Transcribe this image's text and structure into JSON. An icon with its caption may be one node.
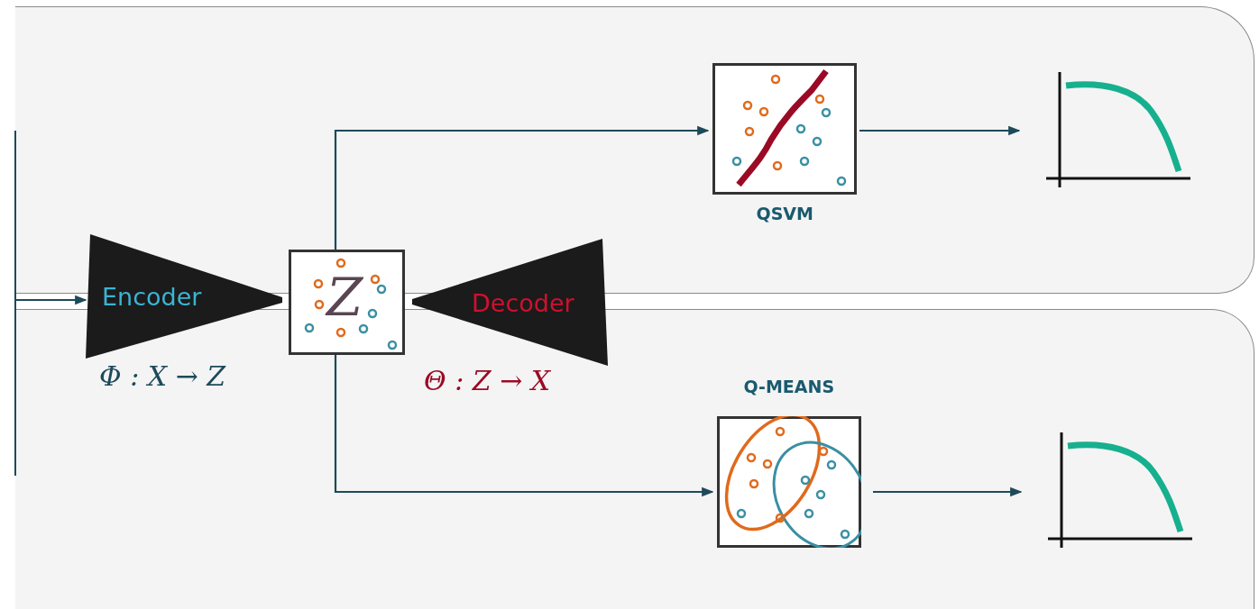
{
  "diagram": {
    "nodes": [
      {
        "text": [
          "Encoder"
        ],
        "beside": [
          "Φ : X → Z"
        ]
      },
      {
        "text": [
          "Z"
        ]
      },
      {
        "text": [
          "Decoder"
        ],
        "beside": [
          "Θ : Z → X"
        ]
      },
      {
        "text": [
          "QSVM"
        ]
      },
      {
        "text": [],
        "shape": "chart"
      },
      {
        "text": [
          "Q-MEANS"
        ]
      },
      {
        "text": [],
        "shape": "chart"
      }
    ],
    "edges": [
      {
        "from": null,
        "to": 0,
        "arrow": "to"
      },
      {
        "from": 1,
        "to": 3,
        "arrow": "to"
      },
      {
        "from": 1,
        "to": 5,
        "arrow": "to"
      },
      {
        "from": 3,
        "to": 4,
        "arrow": "to"
      },
      {
        "from": 5,
        "to": 6,
        "arrow": "to"
      }
    ]
  }
}
